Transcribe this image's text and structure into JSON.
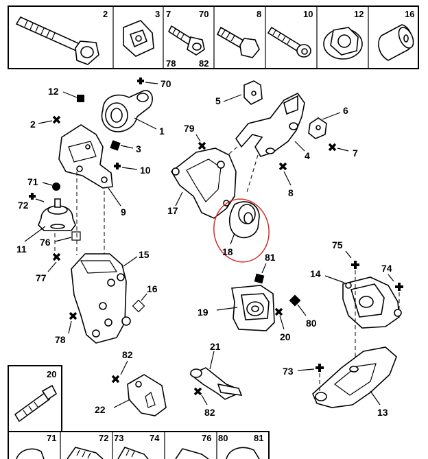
{
  "colors": {
    "highlight": "#d42a2a",
    "ink": "#000000"
  },
  "top_cells": [
    "2",
    "3",
    "7",
    "70",
    "78",
    "82",
    "8",
    "10",
    "12",
    "16"
  ],
  "bottom_cells": [
    "20",
    "71",
    "72",
    "73",
    "74",
    "76",
    "80",
    "81"
  ],
  "labels": {
    "l70": "70",
    "l12": "12",
    "l2": "2",
    "l1": "1",
    "l3": "3",
    "l10": "10",
    "l71": "71",
    "l72": "72",
    "l9": "9",
    "l11": "11",
    "l76": "76",
    "l77": "77",
    "l15": "15",
    "l16": "16",
    "l78": "78",
    "l5": "5",
    "l6": "6",
    "l79": "79",
    "l4": "4",
    "l7": "7",
    "l8": "8",
    "l17": "17",
    "l18": "18",
    "l81": "81",
    "l75": "75",
    "l74": "74",
    "l14": "14",
    "l19": "19",
    "l80": "80",
    "l20": "20",
    "l21": "21",
    "l82a": "82",
    "l22": "22",
    "l82b": "82",
    "l73": "73",
    "l13": "13"
  }
}
